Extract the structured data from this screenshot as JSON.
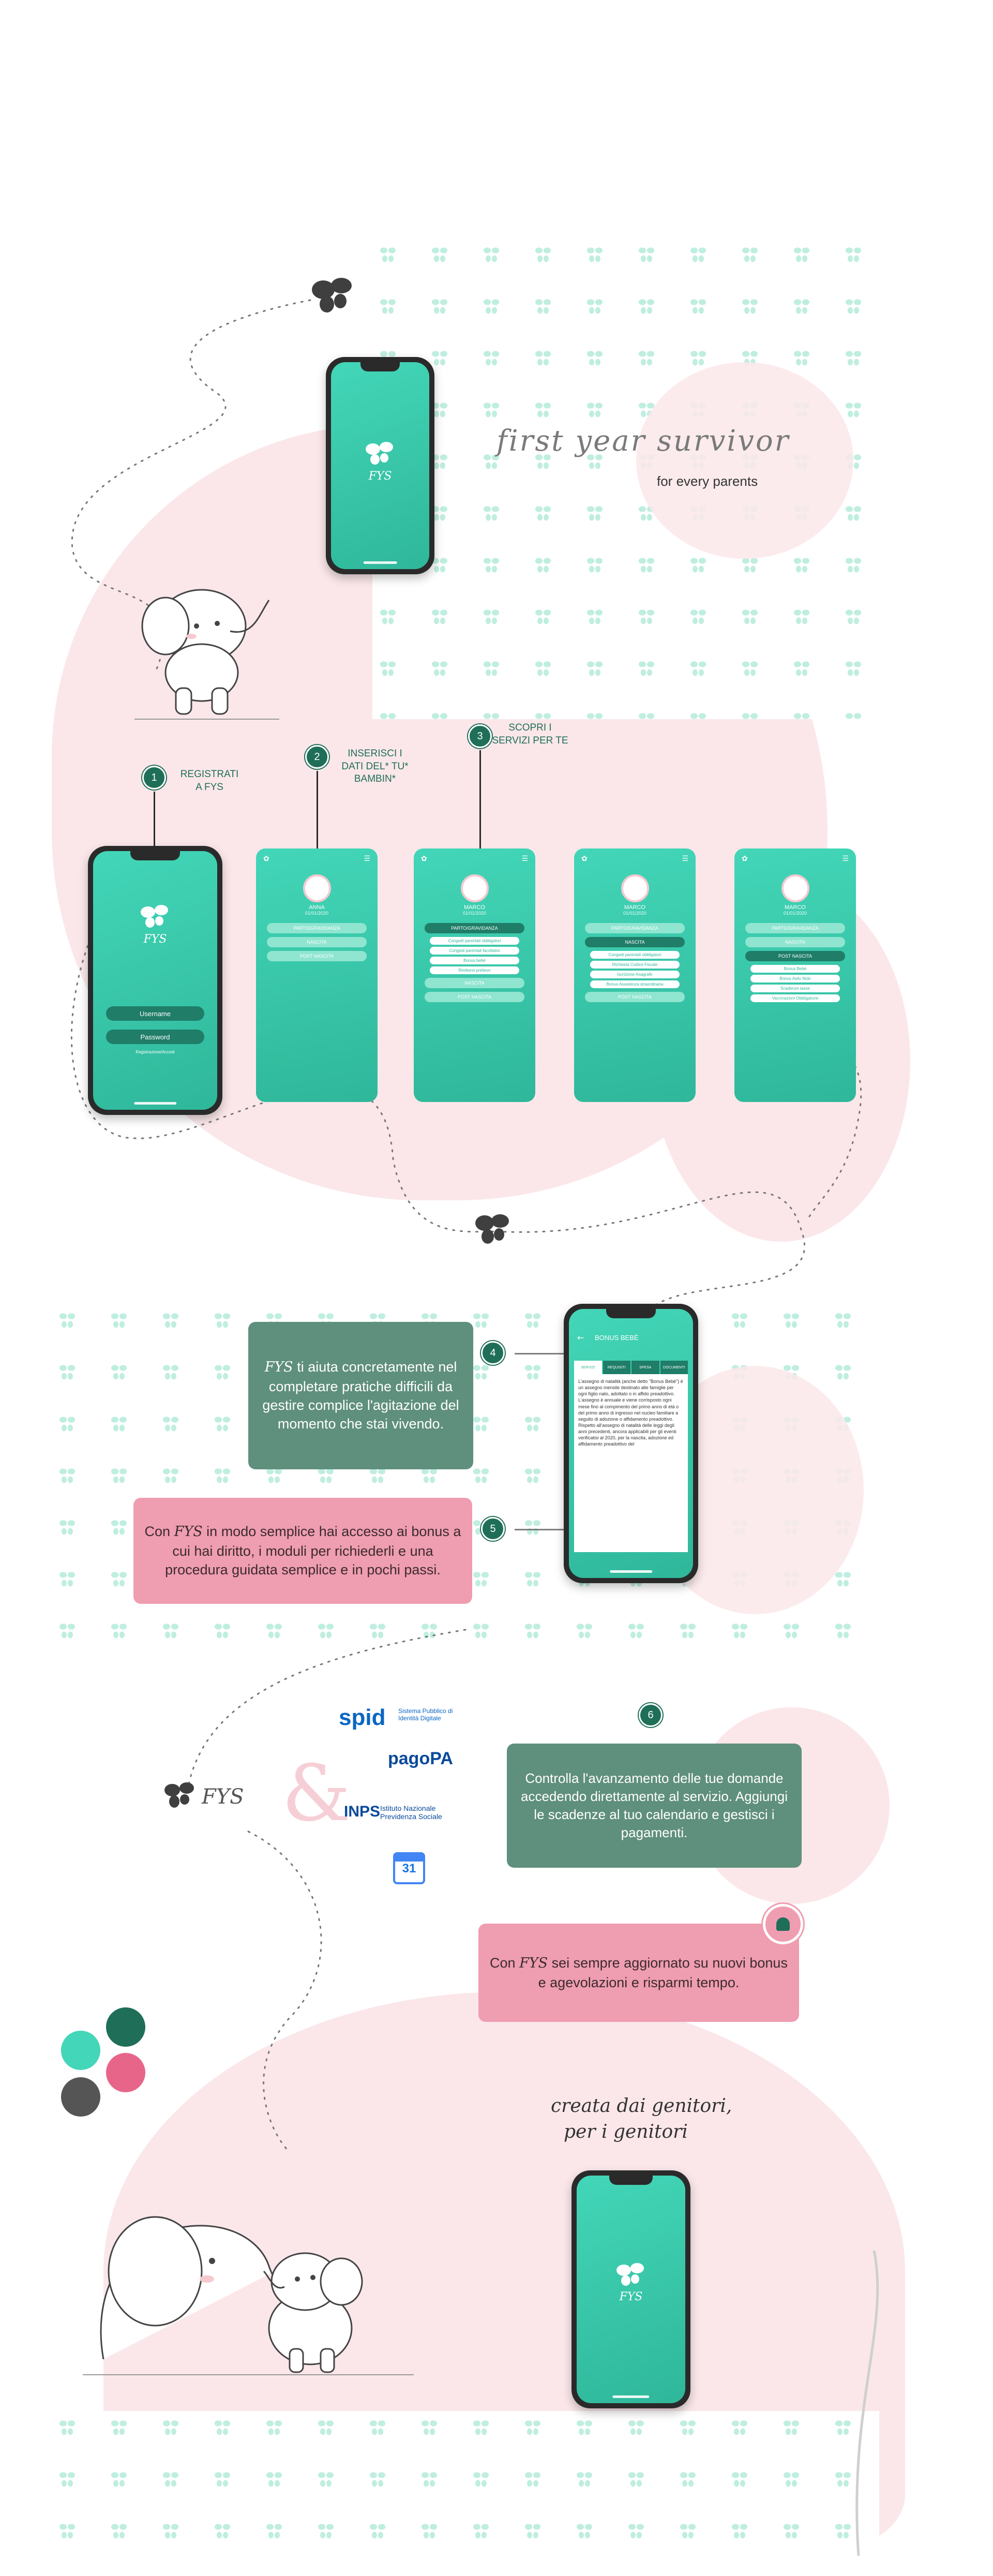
{
  "hero": {
    "app_name_logo": "FYS",
    "title": "first year survivor",
    "subtitle": "for every parents"
  },
  "steps": [
    {
      "number": "1",
      "label": "REGISTRATI\nA FYS"
    },
    {
      "number": "2",
      "label": "INSERISCI I\nDATI DEL* TU*\nBAMBIN*"
    },
    {
      "number": "3",
      "label": "SCOPRI I\nSERVIZI PER TE"
    },
    {
      "number": "4",
      "label": ""
    },
    {
      "number": "5",
      "label": ""
    },
    {
      "number": "6",
      "label": ""
    }
  ],
  "login": {
    "username": "Username",
    "password": "Password",
    "forgot": "Registrazione/Accedi"
  },
  "screens": {
    "kid_name": "ANNA",
    "kid_name_b": "MARCO",
    "kid_date": "01/01/2020",
    "menu_pregnancy": "PARTO/GRAVIDANZA",
    "menu_birth": "NASCITA",
    "menu_post": "POST NASCITA",
    "sub_items_a": [
      "Congedi parentali obbligatori",
      "Congedi parentali facoltativi",
      "Bonus bebè",
      "Rimborsi prelievo"
    ],
    "sub_items_b": [
      "Congedi parentali obbligatori",
      "Richiesta Codice Fiscale",
      "Iscrizione Anagrafe",
      "Bonus Assistenza straordinaria"
    ],
    "sub_items_c": [
      "Bonus Bebè",
      "Bonus Asilo Nido",
      "Scadenze tasse",
      "Vaccinazioni Obbligatorie"
    ]
  },
  "bonus_screen": {
    "title": "BONUS BEBÈ",
    "tabs": [
      "SERVIZI",
      "REQUISITI",
      "SPESA",
      "DOCUMENTI"
    ],
    "body": "L'assegno di natalità (anche detto \"Bonus Bebè\") è un assegno mensile destinato alle famiglie per ogni figlio nato, adottato o in affido preadottivo. L'assegno è annuale e viene corrisposto ogni mese fino al compimento del primo anno di età o del primo anno di ingresso nel nucleo familiare a seguito di adozione o affidamento preadottivo. Rispetto all'assegno di natalità delle leggi degli anni precedenti, ancora applicabili per gli eventi verificatisi al 2020, per la nascita, adozione ed affidamento preadottivo del"
  },
  "cards": {
    "card4": "ti aiuta concretamente nel completare pratiche difficili da gestire complice l'agitazione del momento che stai vivendo.",
    "card5": "in modo semplice hai accesso ai bonus a cui hai diritto, i moduli per richiederli e una procedura guidata semplice e in pochi passi.",
    "card5_prefix": "Con",
    "card6": "Controlla l'avanzamento delle tue domande accedendo direttamente al servizio. Aggiungi le scadenze al tuo calendario e gestisci i pagamenti.",
    "card7_prefix": "Con",
    "card7": "sei sempre aggiornato su nuovi bonus e agevolazioni e risparmi tempo."
  },
  "partners": {
    "spid": "spid",
    "spid_sub": "Sistema Pubblico di Identità Digitale",
    "pagopa": "pagoPA",
    "inps": "INPS",
    "inps_sub": "Istituto Nazionale Previdenza Sociale",
    "calendar": "31"
  },
  "footer": {
    "tagline_1": "creata dai genitori,",
    "tagline_2": "per i genitori"
  },
  "colors": {
    "mint": "#43d6b8",
    "dark_green": "#1f6e58",
    "card_green": "#5f8f7d",
    "card_pink": "#ef9db0",
    "blush": "#fbe7ea",
    "swatches": [
      "#1f6e58",
      "#43d6b8",
      "#e8658a",
      "#555555"
    ]
  }
}
